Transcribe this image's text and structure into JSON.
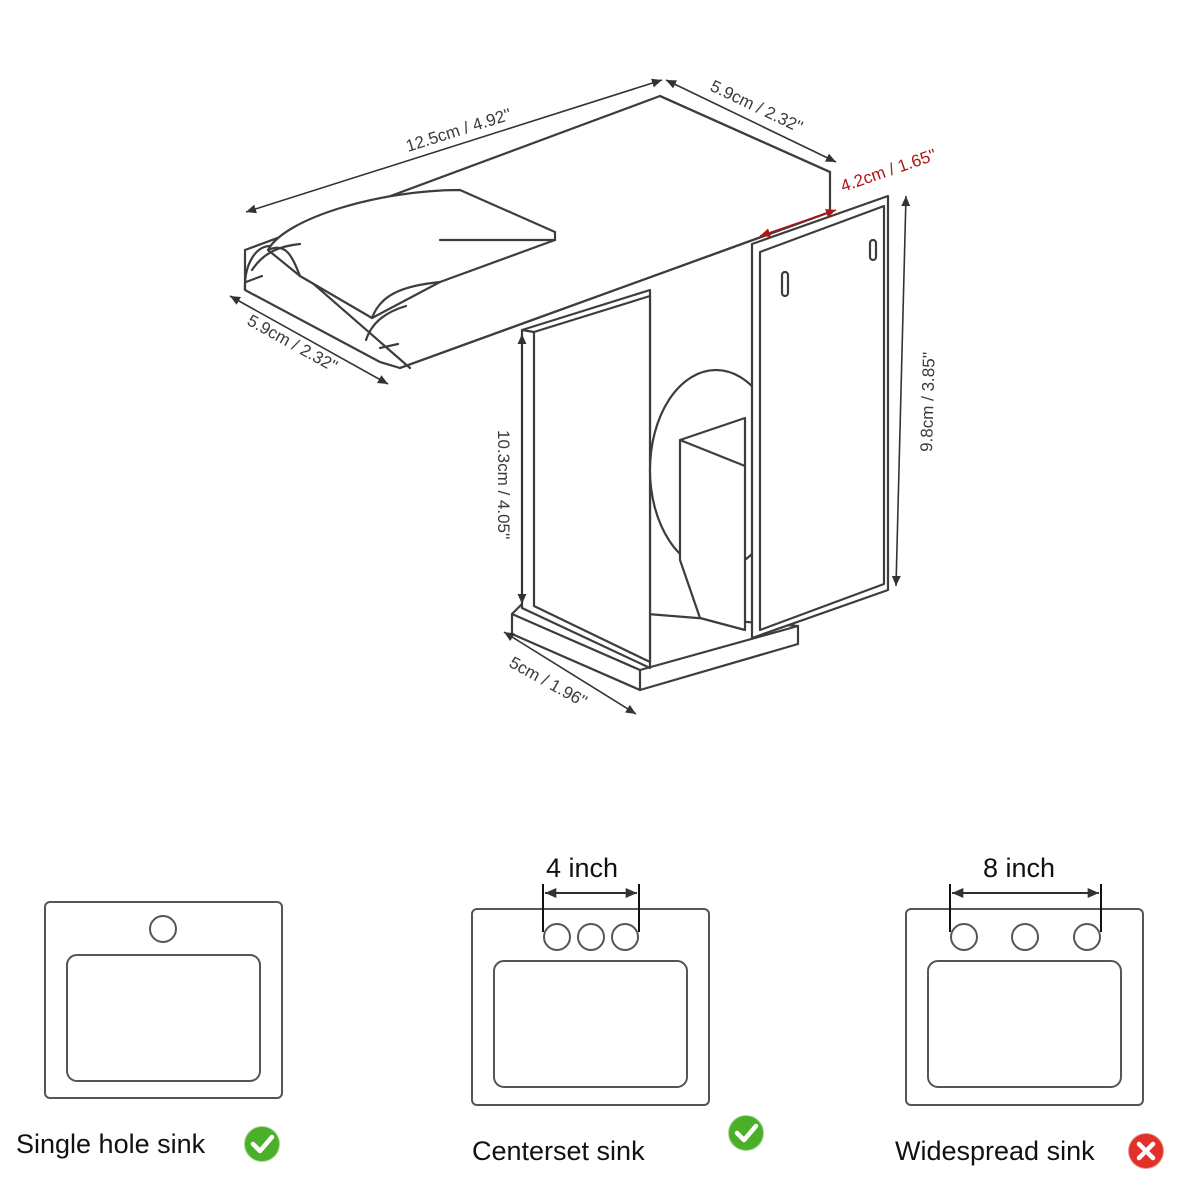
{
  "dimensions": {
    "top_length": "12.5cm / 4.92''",
    "top_width": "5.9cm / 2.32''",
    "spout_width": "5.9cm / 2.32''",
    "handle_width": "4.2cm / 1.65''",
    "body_height": "10.3cm / 4.05''",
    "handle_height": "9.8cm / 3.85''",
    "base_width": "5cm / 1.96''"
  },
  "sinks": [
    {
      "label": "Single hole sink",
      "status": "compatible",
      "status_icon": "check-icon",
      "spacing": ""
    },
    {
      "label": "Centerset sink",
      "status": "compatible",
      "status_icon": "check-icon",
      "spacing": "4 inch"
    },
    {
      "label": "Widespread sink",
      "status": "incompatible",
      "status_icon": "cross-icon",
      "spacing": "8 inch"
    }
  ],
  "colors": {
    "accent_red": "#b01515",
    "check_green": "#4caf2a",
    "cross_red": "#e0322a"
  }
}
